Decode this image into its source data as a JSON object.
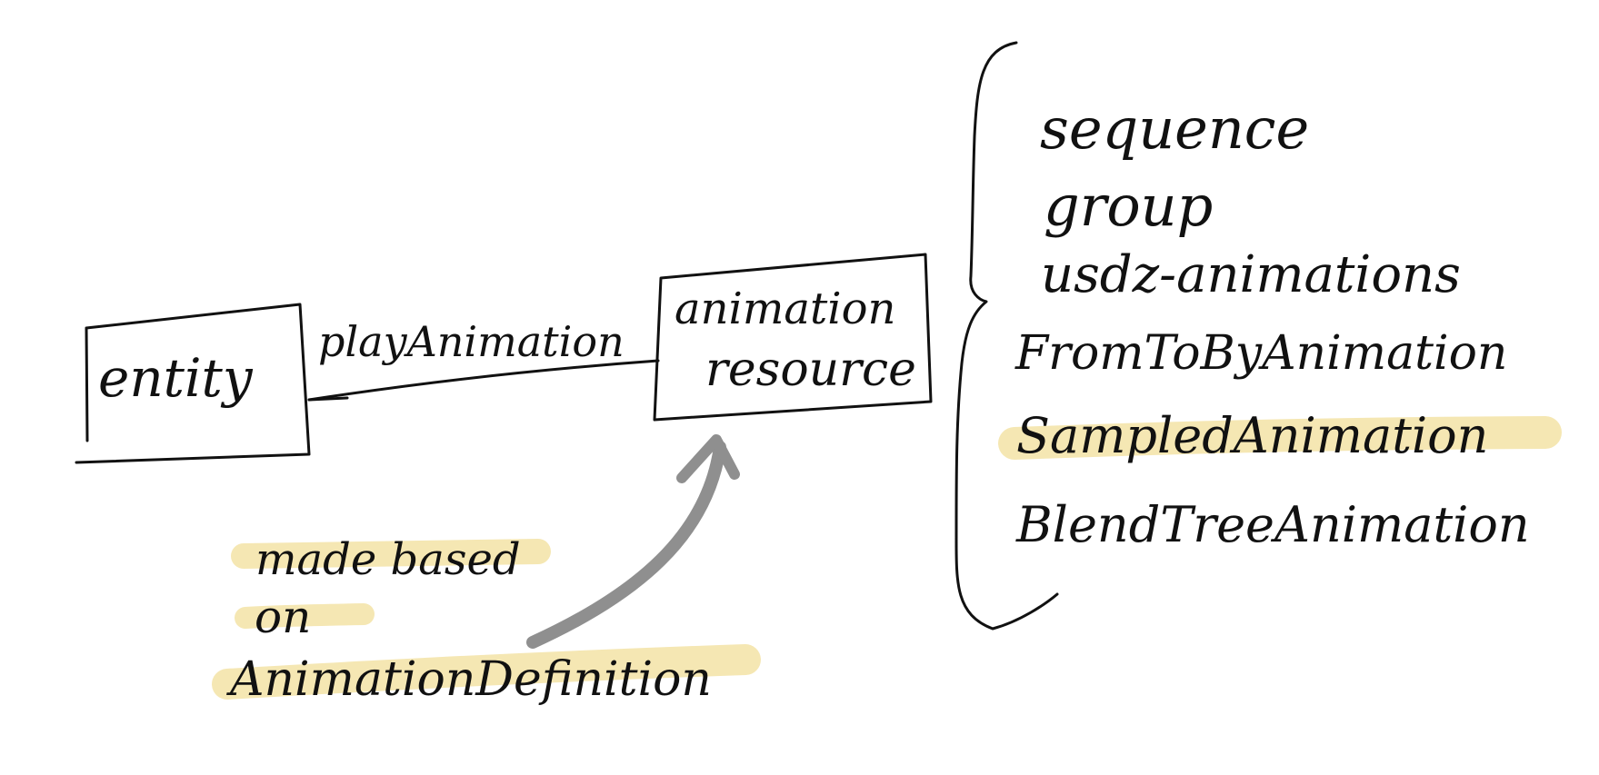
{
  "diagram": {
    "nodes": {
      "entity": {
        "label": "entity"
      },
      "animation_resource": {
        "label_line1": "animation",
        "label_line2": "resource"
      }
    },
    "edges": {
      "play_animation": {
        "label": "playAnimation"
      }
    },
    "note": {
      "line1": "made based",
      "line2": "on",
      "line3": "AnimationDefinition"
    },
    "types_list": {
      "items": [
        "sequence",
        "group",
        "usdz-animations",
        "FromToByAnimation",
        "SampledAnimation",
        "BlendTreeAnimation"
      ],
      "highlighted_item": "SampledAnimation"
    },
    "colors": {
      "ink": "#111111",
      "highlight": "#f1df9a",
      "arrow": "#8f8f8f",
      "background": "#ffffff"
    }
  }
}
